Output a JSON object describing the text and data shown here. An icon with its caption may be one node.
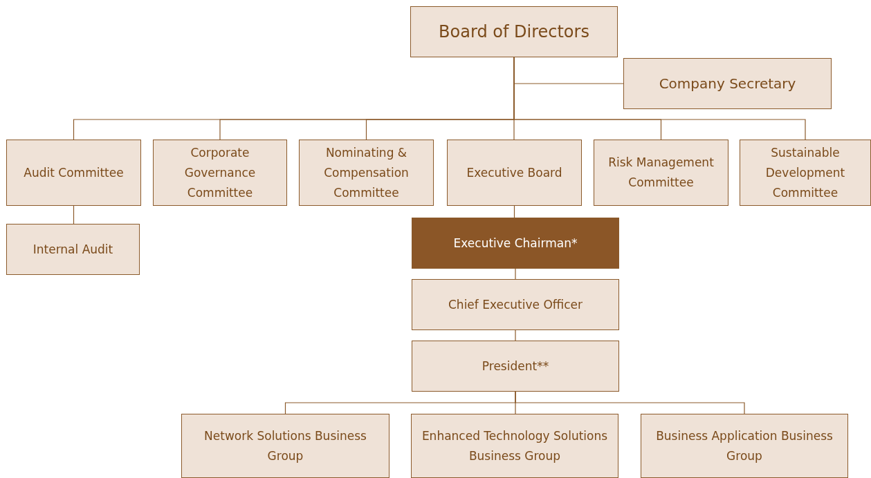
{
  "diagram": {
    "nodes": [
      {
        "text": [
          "Board of Directors"
        ]
      },
      {
        "text": [
          "Company Secretary"
        ]
      },
      {
        "text": [
          "Audit Committee"
        ]
      },
      {
        "text": [
          "Corporate Governance Committee"
        ]
      },
      {
        "text": [
          "Nominating & Compensation Committee"
        ]
      },
      {
        "text": [
          "Executive Board"
        ]
      },
      {
        "text": [
          "Risk Management Committee"
        ]
      },
      {
        "text": [
          "Sustainable Development Committee"
        ]
      },
      {
        "text": [
          "Internal Audit"
        ]
      },
      {
        "text": [
          "Executive Chairman*"
        ]
      },
      {
        "text": [
          "Chief Executive Officer"
        ]
      },
      {
        "text": [
          "President**"
        ]
      },
      {
        "text": [
          "Network Solutions Business Group"
        ]
      },
      {
        "text": [
          "Enhanced Technology Solutions Business Group"
        ]
      },
      {
        "text": [
          "Business Application Business Group"
        ]
      }
    ],
    "edges": [
      {
        "from": 0,
        "to": 1,
        "arrow": "none"
      },
      {
        "from": 0,
        "to": 2,
        "arrow": "none"
      },
      {
        "from": 0,
        "to": 3,
        "arrow": "none"
      },
      {
        "from": 0,
        "to": 4,
        "arrow": "none"
      },
      {
        "from": 0,
        "to": 5,
        "arrow": "none"
      },
      {
        "from": 0,
        "to": 6,
        "arrow": "none"
      },
      {
        "from": 0,
        "to": 7,
        "arrow": "none"
      },
      {
        "from": 2,
        "to": 8,
        "arrow": "none"
      },
      {
        "from": 5,
        "to": 9,
        "arrow": "none"
      },
      {
        "from": 9,
        "to": 10,
        "arrow": "none"
      },
      {
        "from": 10,
        "to": 11,
        "arrow": "none"
      },
      {
        "from": 11,
        "to": 12,
        "arrow": "none"
      },
      {
        "from": 11,
        "to": 13,
        "arrow": "none"
      },
      {
        "from": 11,
        "to": 14,
        "arrow": "none"
      }
    ]
  }
}
